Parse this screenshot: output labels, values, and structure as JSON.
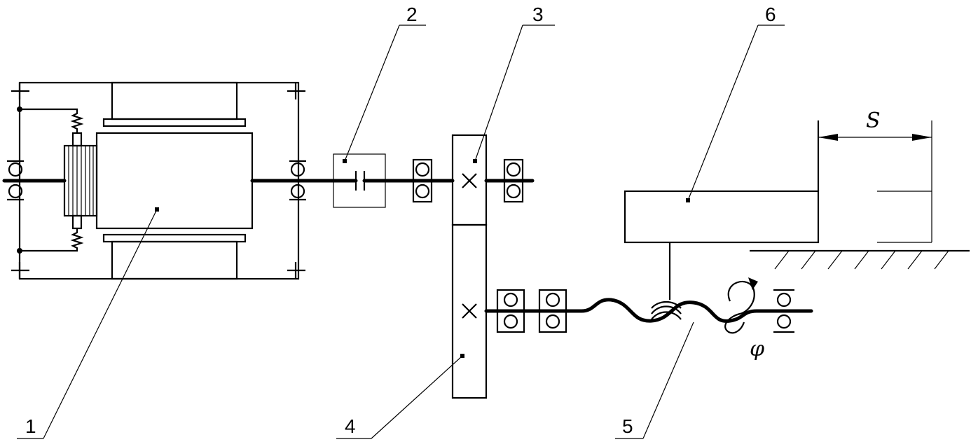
{
  "labels": {
    "part_1": "1",
    "part_2": "2",
    "part_3": "3",
    "part_4": "4",
    "part_5": "5",
    "part_6": "6",
    "displacement": "S",
    "rotation_angle": "φ"
  },
  "colors": {
    "ink": "#000000",
    "background": "#ffffff"
  }
}
